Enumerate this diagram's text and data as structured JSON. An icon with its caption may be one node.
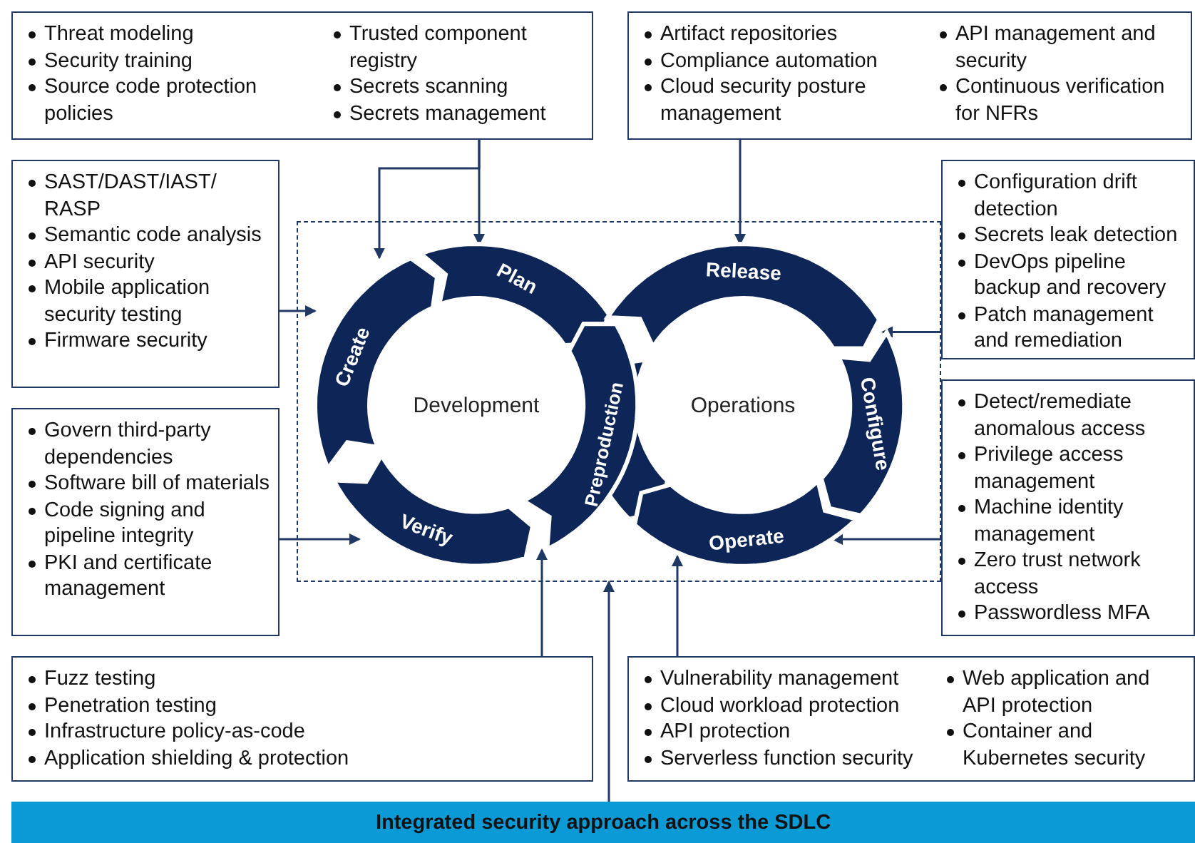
{
  "diagram": {
    "nodes": [
      {
        "text": [
          "Threat modeling",
          "Security training",
          "Source code protection policies",
          "Trusted component registry",
          "Secrets scanning",
          "Secrets management"
        ]
      },
      {
        "text": [
          "Artifact repositories",
          "Compliance automation",
          "Cloud security posture management",
          "API management and security",
          "Continuous verification for NFRs"
        ]
      },
      {
        "text": [
          "SAST/DAST/IAST/ RASP",
          "Semantic code analysis",
          "API security",
          "Mobile application security testing",
          "Firmware security"
        ]
      },
      {
        "text": [
          "Govern third-party dependencies",
          "Software bill of materials",
          "Code signing and pipeline integrity",
          "PKI and certificate management"
        ]
      },
      {
        "text": [
          "Configuration drift detection",
          "Secrets leak detection",
          "DevOps pipeline backup and recovery",
          "Patch management and remediation"
        ]
      },
      {
        "text": [
          "Detect/remediate anomalous access",
          "Privilege access management",
          "Machine identity management",
          "Zero trust network access",
          "Passwordless MFA"
        ]
      },
      {
        "text": [
          "Fuzz testing",
          "Penetration testing",
          "Infrastructure policy-as-code",
          "Application shielding & protection"
        ]
      },
      {
        "text": [
          "Vulnerability management",
          "Cloud workload protection",
          "API protection",
          "Serverless function security",
          "Web application and API protection",
          "Container and Kubernetes security"
        ]
      },
      {
        "text": [
          "Integrated security approach across the SDLC"
        ]
      },
      {
        "text": [],
        "shape": "box"
      },
      {
        "text": [
          "Development"
        ],
        "in": 9
      },
      {
        "text": [
          "Operations"
        ],
        "in": 9
      },
      {
        "text": [
          "Plan"
        ],
        "in": 9
      },
      {
        "text": [
          "Create"
        ],
        "in": 9
      },
      {
        "text": [
          "Verify"
        ],
        "in": 9
      },
      {
        "text": [
          "Preproduction"
        ],
        "in": 9
      },
      {
        "text": [
          "Release"
        ],
        "in": 9
      },
      {
        "text": [
          "Configure"
        ],
        "in": 9
      },
      {
        "text": [
          "Operate"
        ],
        "in": 9
      }
    ],
    "edges": [
      {
        "from": 0,
        "to": 13,
        "arrow": "to"
      },
      {
        "from": 0,
        "to": 12,
        "arrow": "to"
      },
      {
        "from": 1,
        "to": 16,
        "arrow": "to"
      },
      {
        "from": 2,
        "to": 13,
        "arrow": "to"
      },
      {
        "from": 3,
        "to": 14,
        "arrow": "to"
      },
      {
        "from": 4,
        "to": 17,
        "arrow": "to"
      },
      {
        "from": 5,
        "to": 18,
        "arrow": "to"
      },
      {
        "from": 6,
        "to": 15,
        "arrow": "to"
      },
      {
        "from": 7,
        "to": 18,
        "arrow": "to"
      },
      {
        "from": 8,
        "to": 9,
        "arrow": "to"
      }
    ]
  }
}
